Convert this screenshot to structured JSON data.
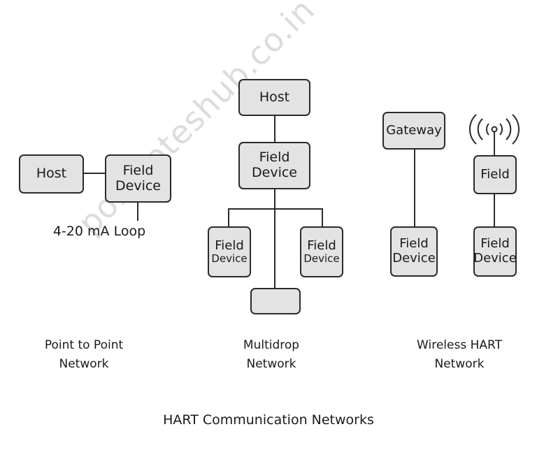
{
  "watermark": "polynoteshub.co.in",
  "point_to_point": {
    "host": "Host",
    "field_line1": "Field",
    "field_line2": "Device",
    "loop_label": "4-20 mA Loop",
    "caption_line1": "Point to Point",
    "caption_line2": "Network"
  },
  "multidrop": {
    "host": "Host",
    "field_line1": "Field",
    "field_line2": "Device",
    "left_line1": "Field",
    "left_line2": "Device",
    "right_line1": "Field",
    "right_line2": "Device",
    "bottom": "",
    "caption_line1": "Multidrop",
    "caption_line2": "Network"
  },
  "wireless": {
    "gateway": "Gateway",
    "gateway_device_line1": "Field",
    "gateway_device_line2": "Device",
    "field": "Field",
    "field_device_line1": "Field",
    "field_device_line2": "Device",
    "caption_line1": "Wireless HART",
    "caption_line2": "Network"
  },
  "title": "HART Communication Networks"
}
